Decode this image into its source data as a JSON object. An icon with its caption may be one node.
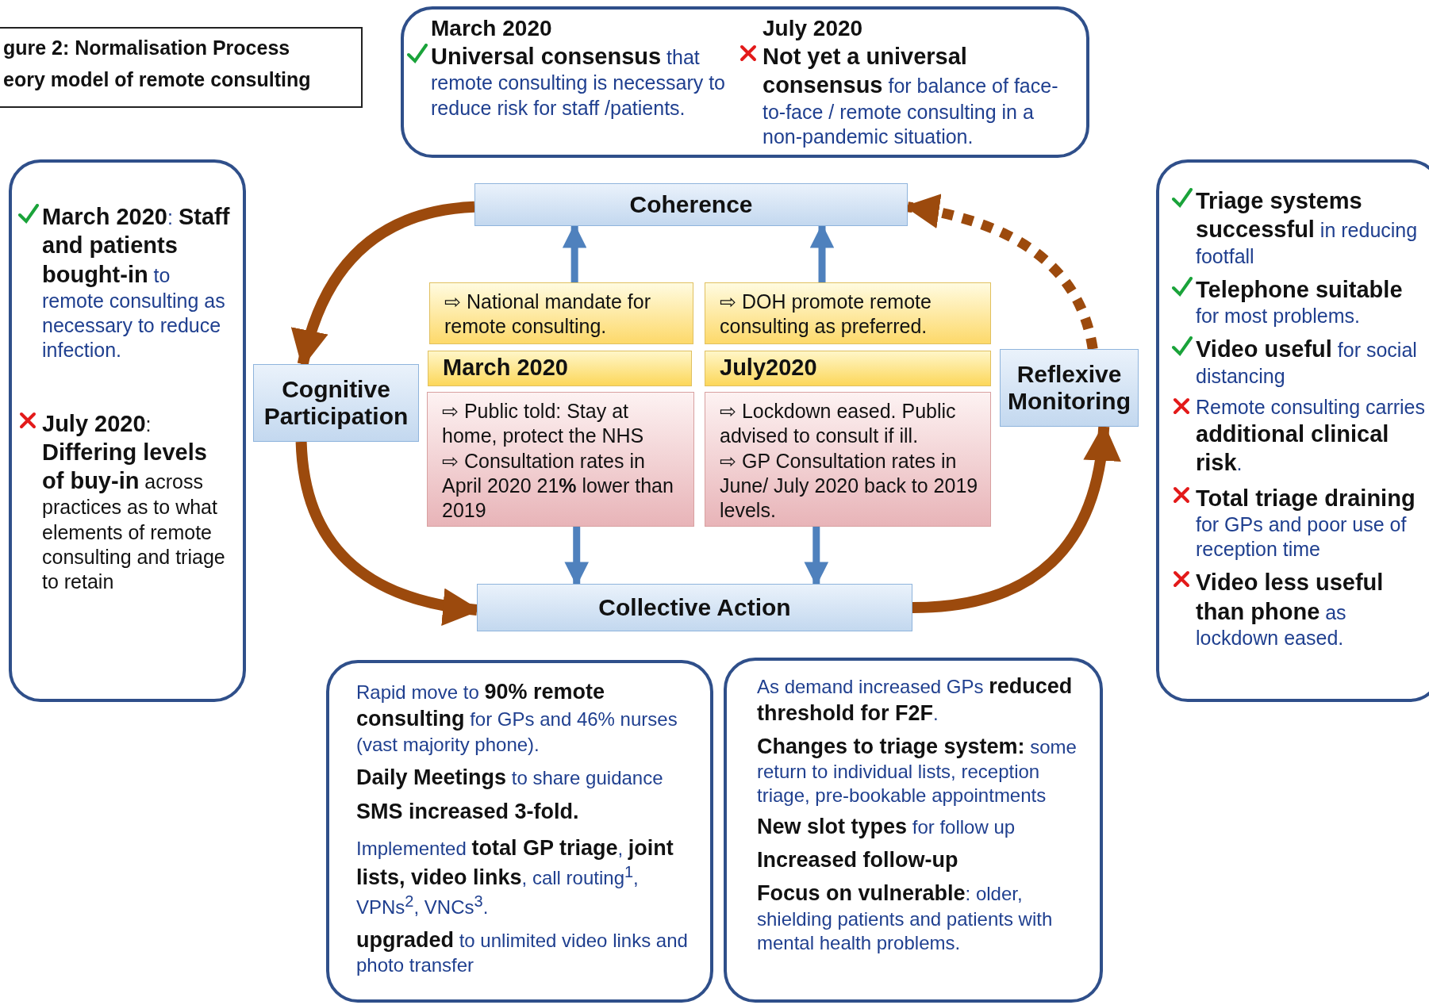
{
  "diagram": {
    "title": "gure 2: Normalisation Process eory model of remote consulting",
    "nodes": [
      {
        "text": [
          "March 2020",
          "**Universal consensus** that remote consulting is necessary to reduce risk for staff /patients.",
          "July 2020",
          "**Not yet a universal consensus** for balance of face-to-face / remote consulting in a non-pandemic situation."
        ]
      },
      {
        "text": [
          "**March 2020**: **Staff and patients bought-in** to remote consulting as necessary to reduce infection.",
          "**July 2020**: **Differing levels of buy-in** across practices as to what elements of remote consulting and triage to retain"
        ]
      },
      {
        "text": [
          "**Triage systems successful** in reducing footfall",
          "**Telephone suitable** for most problems.",
          "**Video useful** for social distancing",
          "Remote consulting carries **additional clinical risk**.",
          "**Total triage draining** for GPs and poor use of reception time",
          "**Video less useful than phone** as lockdown eased."
        ]
      },
      {
        "text": [
          "Coherence"
        ]
      },
      {
        "text": [
          "Cognitive Participation"
        ]
      },
      {
        "text": [
          "Collective Action"
        ]
      },
      {
        "text": [
          "Reflexive Monitoring"
        ]
      },
      {
        "text": [
          "⇨ National mandate for remote consulting."
        ]
      },
      {
        "text": [
          "⇨ DOH promote remote consulting as preferred."
        ]
      },
      {
        "text": [
          "March 2020"
        ]
      },
      {
        "text": [
          "July2020"
        ]
      },
      {
        "text": [
          "⇨ Public told: Stay at home, protect the NHS",
          "⇨ Consultation rates in April 2020 21**%** lower than 2019"
        ]
      },
      {
        "text": [
          "⇨ Lockdown eased. Public advised to consult if ill.",
          "⇨ GP Consultation rates in June/ July 2020 back to 2019 levels."
        ]
      },
      {
        "text": [
          "Rapid move to **90% remote consulting** for GPs and 46% nurses (vast majority phone).",
          "**Daily Meetings** to share guidance",
          "**SMS increased 3-fold.**",
          "Implemented **total GP triage**, **joint lists, video links**, call routing$^{1}$, VPNs$^{2}$, VNCs$^{3}$.",
          "**upgraded** to unlimited video links and photo transfer"
        ]
      },
      {
        "text": [
          "As demand increased GPs **reduced threshold for F2F**.",
          "**Changes to triage system:** some return to individual lists, reception triage, pre-bookable appointments",
          "**New slot types** for follow up",
          "**Increased follow-up**",
          "**Focus on vulnerable**: older, shielding patients and patients with mental health problems."
        ]
      }
    ],
    "edges": [
      {
        "from": 3,
        "to": 4,
        "arrow": "to"
      },
      {
        "from": 4,
        "to": 5,
        "arrow": "to"
      },
      {
        "from": 5,
        "to": 6,
        "arrow": "to"
      },
      {
        "from": 6,
        "to": 3,
        "arrow": "to",
        "style": "dashed"
      },
      {
        "from": 7,
        "to": 3,
        "arrow": "to",
        "color": "#4f81bd"
      },
      {
        "from": 8,
        "to": 3,
        "arrow": "to",
        "color": "#4f81bd"
      },
      {
        "from": 11,
        "to": 5,
        "arrow": "to",
        "color": "#4f81bd"
      },
      {
        "from": 12,
        "to": 5,
        "arrow": "to",
        "color": "#4f81bd"
      }
    ]
  }
}
